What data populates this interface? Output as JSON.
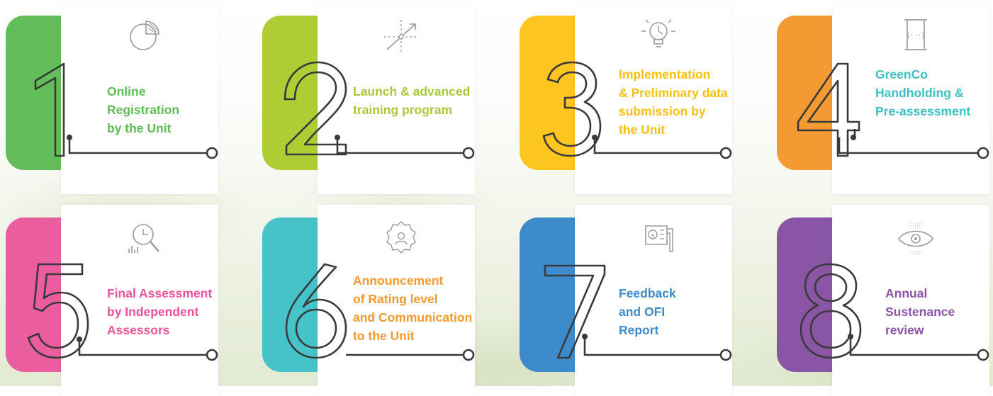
{
  "steps": [
    {
      "number": "1",
      "label": "Online\nRegistration\nby the Unit",
      "color": "#5DBB58",
      "tab_color": "#62BD5A",
      "icon": "pie-chart-icon"
    },
    {
      "number": "2",
      "label": "Launch & advanced\ntraining program",
      "color": "#A9C93B",
      "tab_color": "#AFCC35",
      "icon": "chart-axis-icon"
    },
    {
      "number": "3",
      "label": "Implementation\n& Preliminary data\nsubmission by\nthe Unit",
      "color": "#F9C10F",
      "tab_color": "#FDC51F",
      "icon": "lightbulb-icon"
    },
    {
      "number": "4",
      "label": "GreenCo\nHandholding &\nPre-assessment",
      "color": "#3FBFC2",
      "tab_color": "#F49A32",
      "icon": "code-scroll-icon"
    },
    {
      "number": "5",
      "label": "Final Assessment\nby Independent\nAssessors",
      "color": "#E9539A",
      "tab_color": "#EA5EA0",
      "icon": "analytics-search-icon"
    },
    {
      "number": "6",
      "label": "Announcement\nof Rating level\nand Communication\nto the Unit",
      "color": "#F39A2E",
      "tab_color": "#45C3C8",
      "icon": "badge-user-icon"
    },
    {
      "number": "7",
      "label": "Feedback\nand OFI\nReport",
      "color": "#3D8BCA",
      "tab_color": "#3D8BCA",
      "icon": "money-device-icon"
    },
    {
      "number": "8",
      "label": "Annual\nSustenance\nreview",
      "color": "#8B55A5",
      "tab_color": "#8B55A5",
      "icon": "eye-icon"
    }
  ]
}
